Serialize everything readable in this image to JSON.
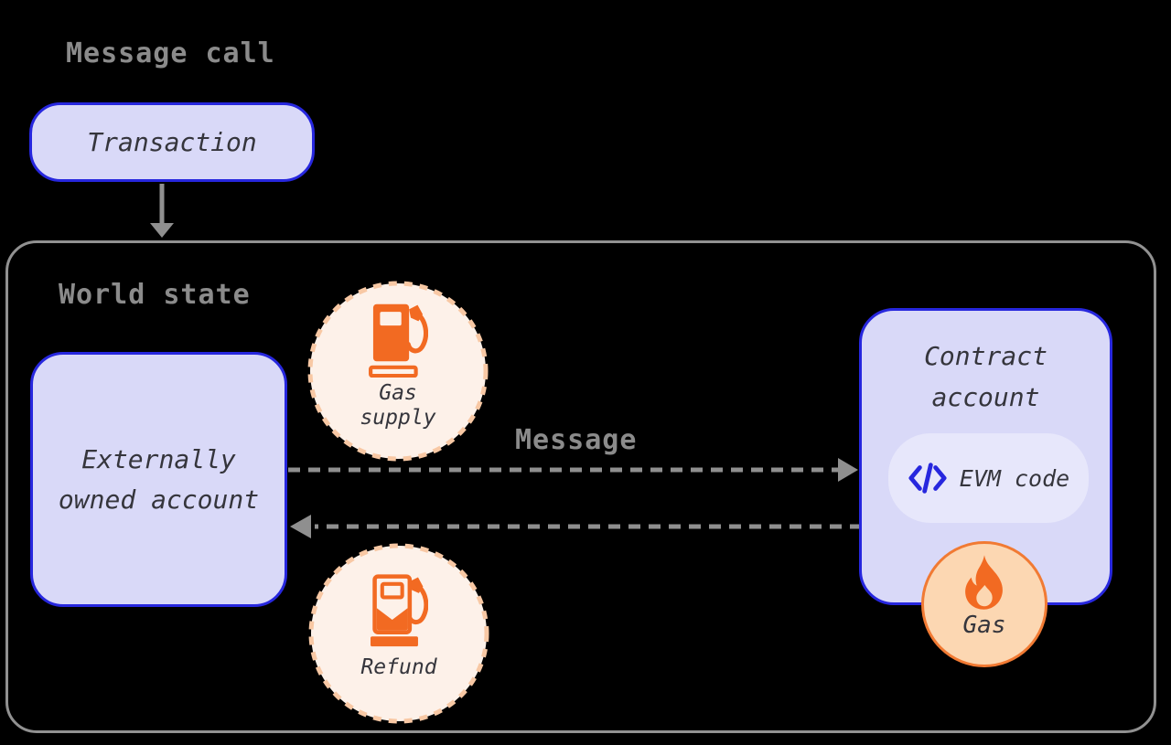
{
  "titles": {
    "message_call": "Message call",
    "world_state": "World state",
    "message": "Message"
  },
  "nodes": {
    "transaction": {
      "label": "Transaction"
    },
    "eoa": {
      "line1": "Externally",
      "line2": "owned account"
    },
    "contract": {
      "line1": "Contract",
      "line2": "account"
    },
    "evm": {
      "label": "EVM code",
      "icon": "code-icon"
    },
    "gas_supply": {
      "line1": "Gas",
      "line2": "supply",
      "icon": "gas-pump-icon"
    },
    "refund": {
      "label": "Refund",
      "icon": "gas-pump-refund-icon"
    },
    "gas": {
      "label": "Gas",
      "icon": "flame-icon"
    }
  },
  "connectors": {
    "transaction_to_world_state": "solid-down-arrow",
    "eoa_to_contract": "dashed-right-arrow",
    "contract_to_eoa": "dashed-left-arrow"
  },
  "colors": {
    "background": "#000000",
    "node_fill": "#d9d9f8",
    "node_border": "#2727de",
    "pill_fill": "#e7e7fb",
    "container_border": "#919191",
    "gray_text": "#8b8b8b",
    "dark_text": "#35353c",
    "arrow_gray": "#8f8f8f",
    "orange": "#f26a22",
    "cream_fill": "#fdf1e9",
    "dash_peach": "#f8c8a4",
    "badge_fill": "#fcd7b2",
    "badge_border": "#f17a33"
  }
}
